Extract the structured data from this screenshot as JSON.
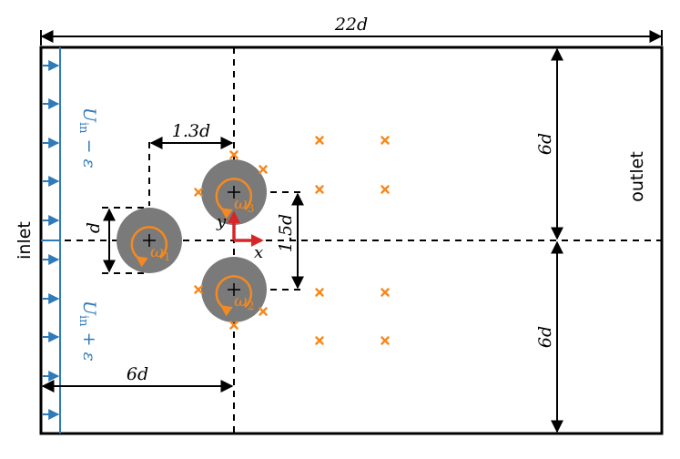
{
  "labels": {
    "width": "22d",
    "inlet": "inlet",
    "outlet": "outlet",
    "spacing_x": "1.3d",
    "spacing_y": "1.5d",
    "diameter": "d",
    "upstream": "6d",
    "half_height_top": "6d",
    "half_height_bottom": "6d",
    "u_top": "U",
    "u_top_sub": "in",
    "u_top_rest": " − ε",
    "u_bottom": "U",
    "u_bottom_sub": "in",
    "u_bottom_rest": " + ε",
    "omega1": "ω",
    "omega1_sub": "1",
    "omega2": "ω",
    "omega2_sub": "2",
    "omega3": "ω",
    "omega3_sub": "3",
    "axis_x": "x",
    "axis_y": "y"
  },
  "colors": {
    "inlet_blue": "#2f7ab9",
    "cylinder_gray": "#7a7a7a",
    "orange": "#f5891f",
    "axis_red": "#d62728",
    "line_black": "#000000"
  }
}
